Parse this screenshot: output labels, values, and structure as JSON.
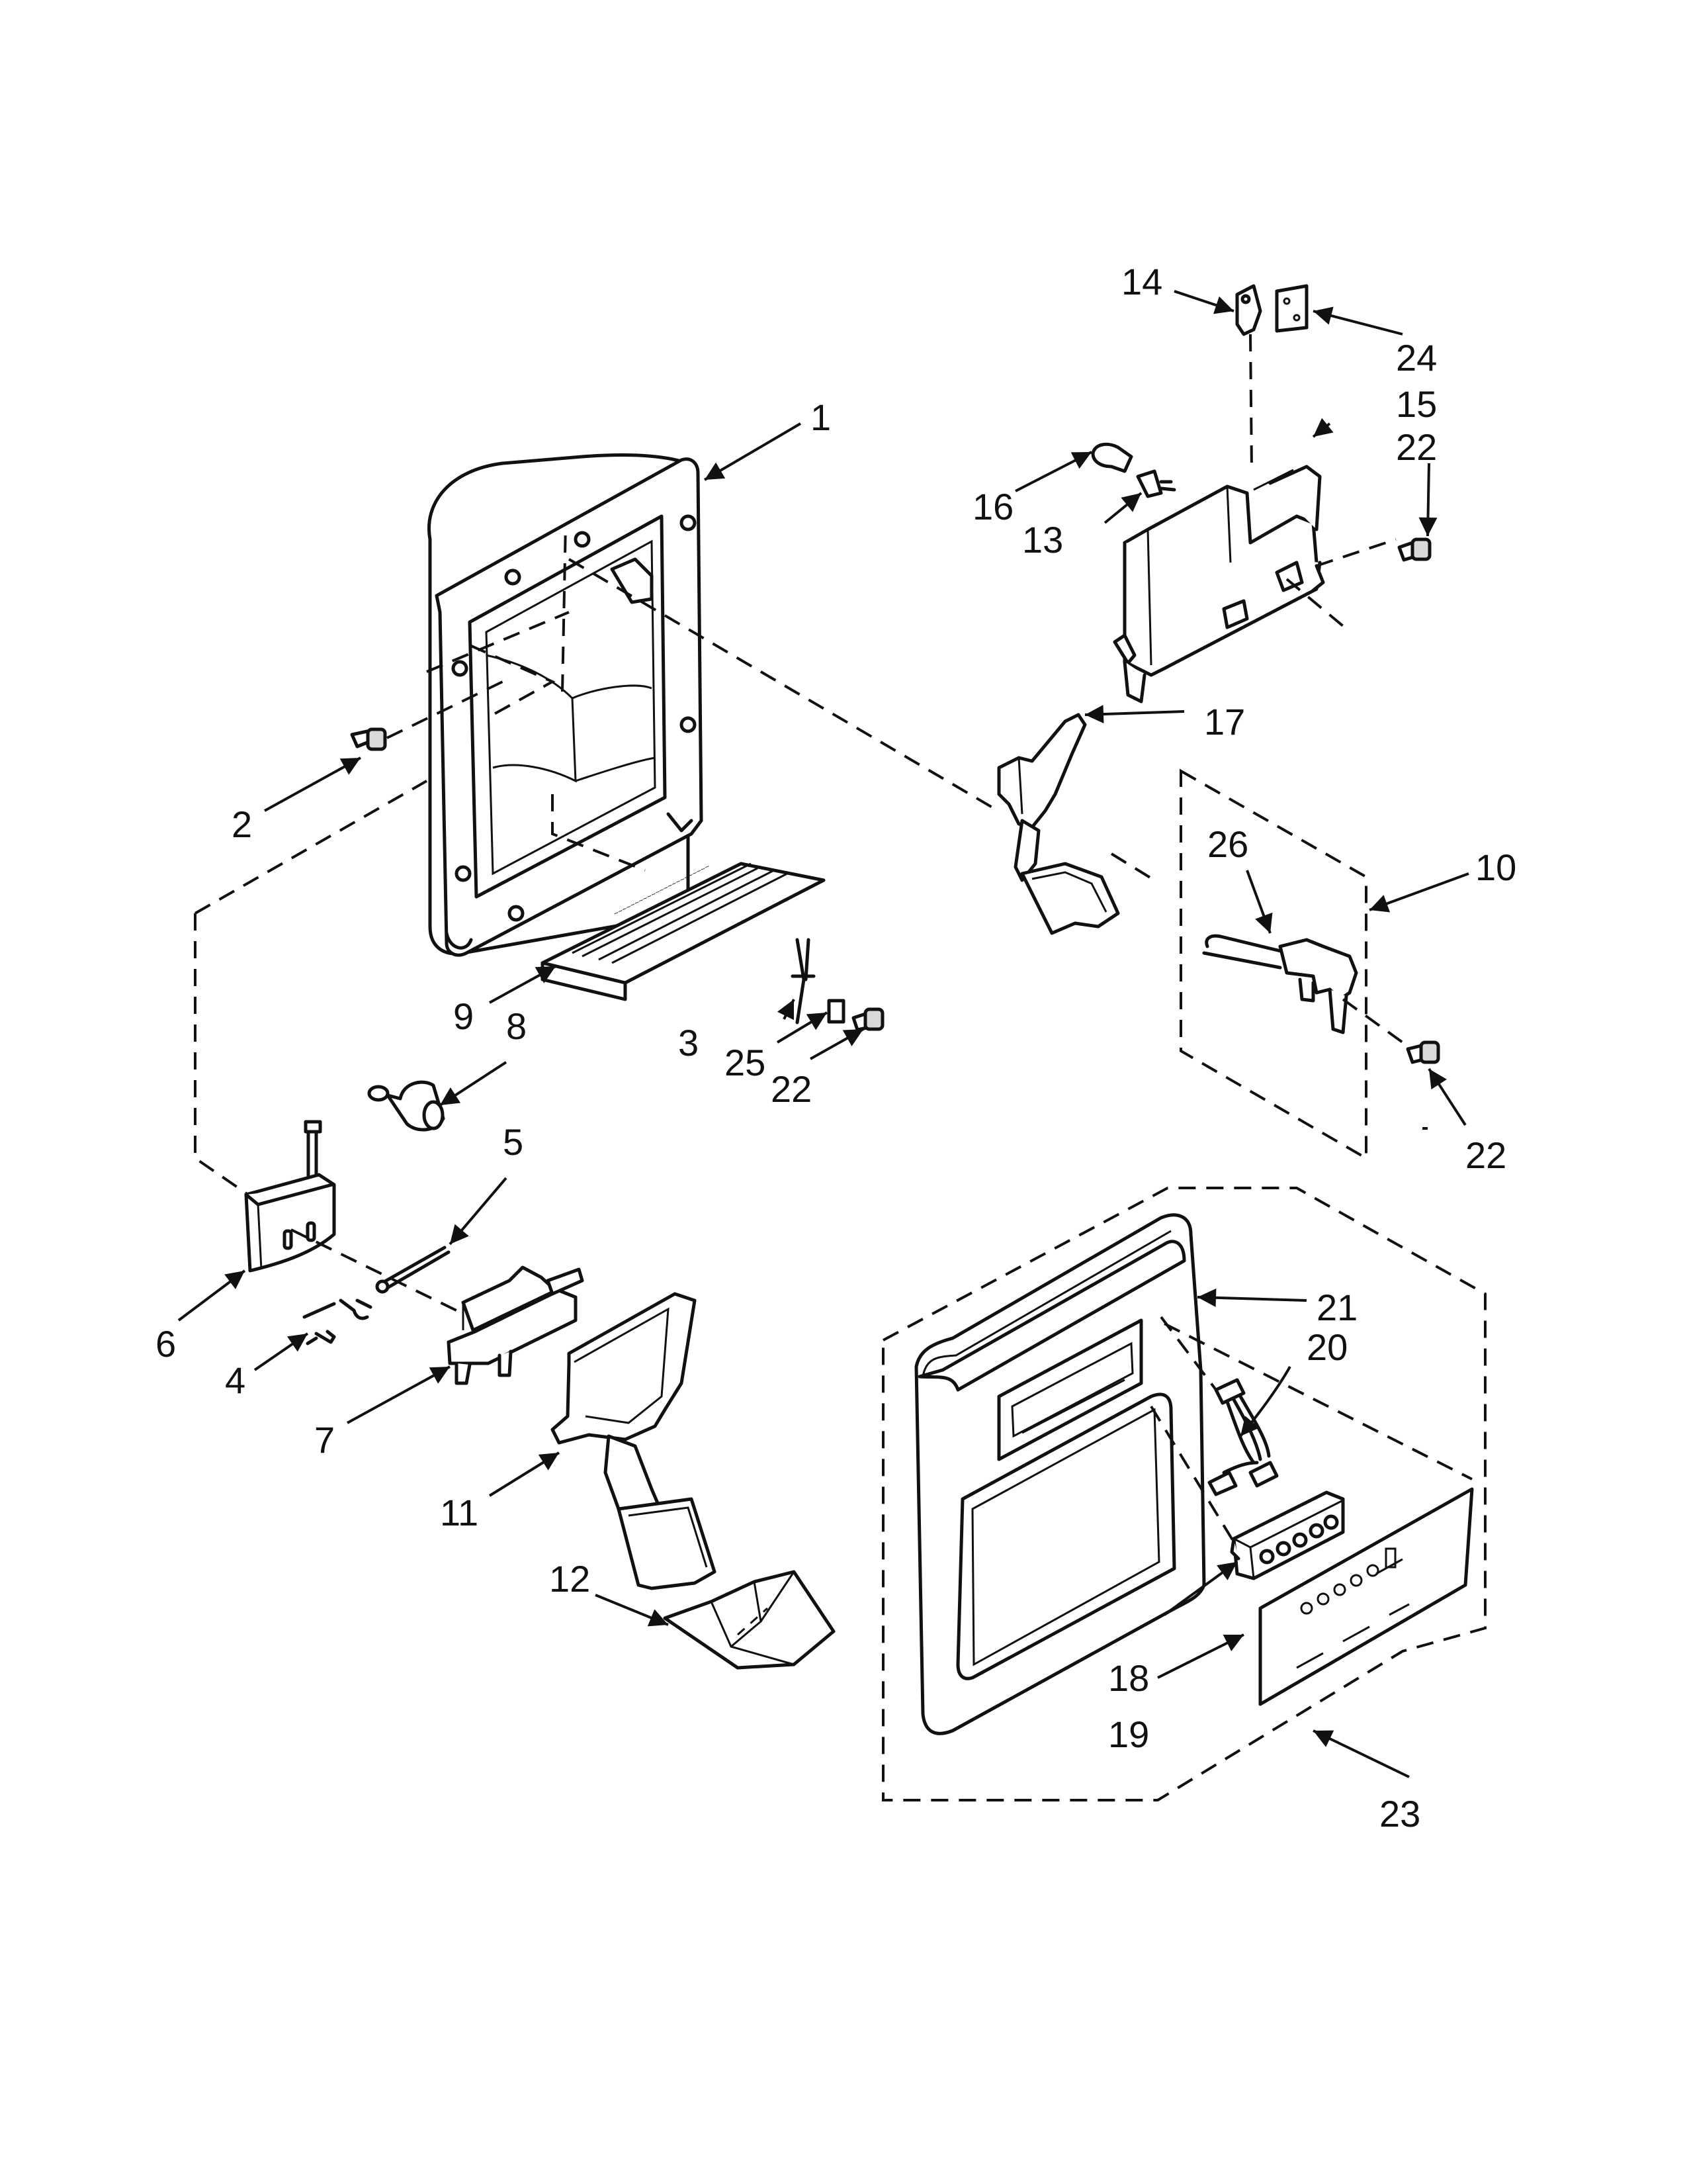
{
  "diagram": {
    "callouts": [
      {
        "id": "c1",
        "label": "1"
      },
      {
        "id": "c2",
        "label": "2"
      },
      {
        "id": "c3",
        "label": "3"
      },
      {
        "id": "c4",
        "label": "4"
      },
      {
        "id": "c5",
        "label": "5"
      },
      {
        "id": "c6",
        "label": "6"
      },
      {
        "id": "c7",
        "label": "7"
      },
      {
        "id": "c8",
        "label": "8"
      },
      {
        "id": "c9",
        "label": "9"
      },
      {
        "id": "c10",
        "label": "10"
      },
      {
        "id": "c11",
        "label": "11"
      },
      {
        "id": "c12",
        "label": "12"
      },
      {
        "id": "c13",
        "label": "13"
      },
      {
        "id": "c14",
        "label": "14"
      },
      {
        "id": "c15",
        "label": "15"
      },
      {
        "id": "c16",
        "label": "16"
      },
      {
        "id": "c17",
        "label": "17"
      },
      {
        "id": "c18",
        "label": "18"
      },
      {
        "id": "c19",
        "label": "19"
      },
      {
        "id": "c20",
        "label": "20"
      },
      {
        "id": "c21",
        "label": "21"
      },
      {
        "id": "c22a",
        "label": "22"
      },
      {
        "id": "c22b",
        "label": "22"
      },
      {
        "id": "c22c",
        "label": "22"
      },
      {
        "id": "c23",
        "label": "23"
      },
      {
        "id": "c24",
        "label": "24"
      },
      {
        "id": "c25",
        "label": "25"
      },
      {
        "id": "c26",
        "label": "26"
      }
    ]
  }
}
